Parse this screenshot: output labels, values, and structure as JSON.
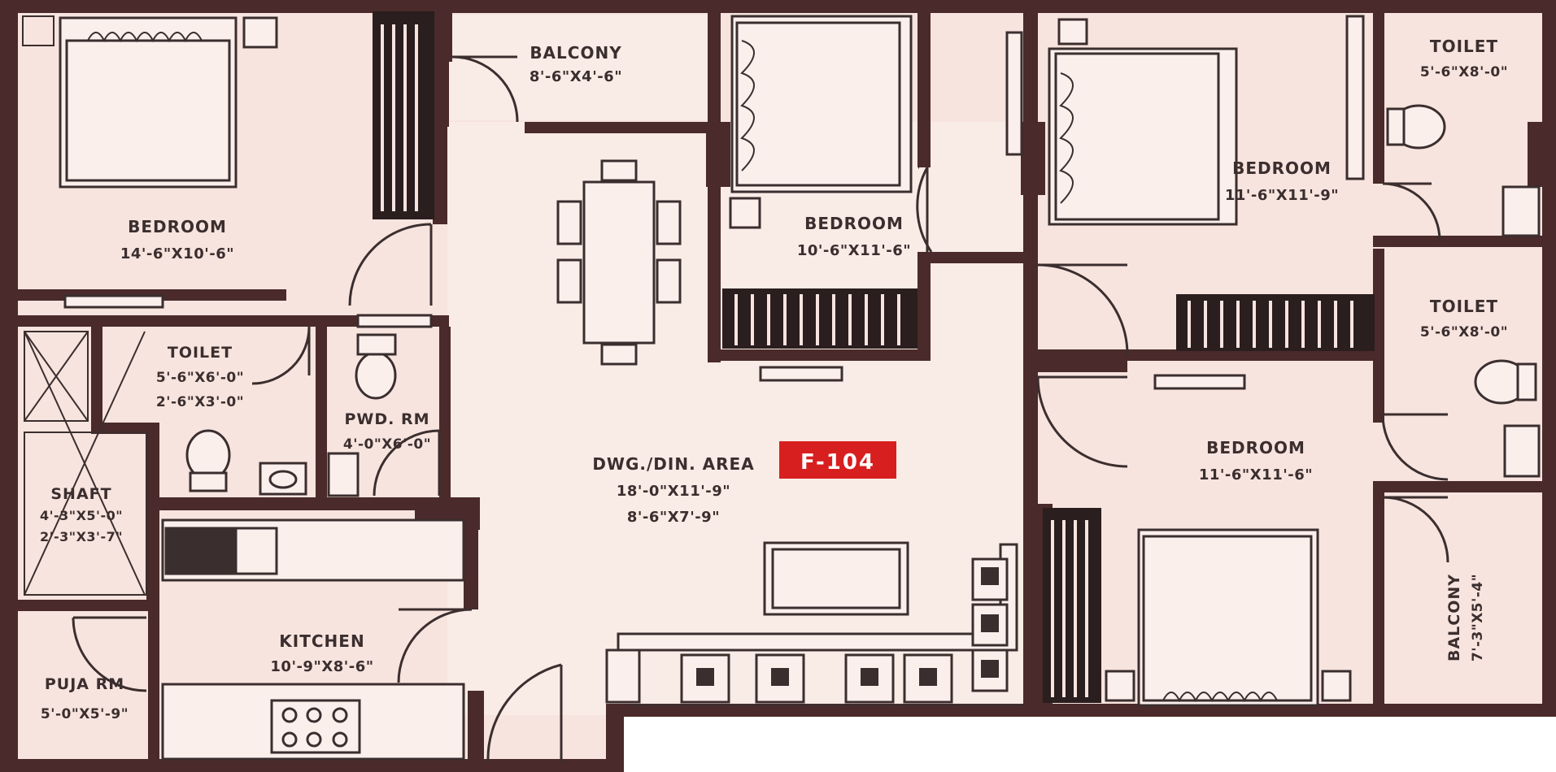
{
  "unit_tag": "F-104",
  "colors": {
    "wall": "#4a2a2a",
    "floor": "#f7e4df",
    "fixture_fill": "#fbefec",
    "line": "#3b2e2e",
    "tag": "#d81f1f",
    "blank": "#ffffff"
  },
  "rooms": {
    "bedroom_nw": {
      "name": "BEDROOM",
      "size": "14'-6\"X10'-6\""
    },
    "balcony_n": {
      "name": "BALCONY",
      "size": "8'-6\"X4'-6\""
    },
    "bedroom_n": {
      "name": "BEDROOM",
      "size": "10'-6\"X11'-6\""
    },
    "bedroom_ne": {
      "name": "BEDROOM",
      "size": "11'-6\"X11'-9\""
    },
    "toilet_ne_top": {
      "name": "TOILET",
      "size": "5'-6\"X8'-0\""
    },
    "toilet_ne_mid": {
      "name": "TOILET",
      "size": "5'-6\"X8'-0\""
    },
    "toilet_w": {
      "name": "TOILET",
      "size_1": "5'-6\"X6'-0\"",
      "size_2": "2'-6\"X3'-0\""
    },
    "pwd": {
      "name": "PWD. RM",
      "size": "4'-0\"X6'-0\""
    },
    "shaft": {
      "name": "SHAFT",
      "size_1": "4'-3\"X5'-0\"",
      "size_2": "2'-3\"X3'-7\""
    },
    "living": {
      "name": "DWG./DIN. AREA",
      "size_1": "18'-0\"X11'-9\"",
      "size_2": "8'-6\"X7'-9\""
    },
    "bedroom_se": {
      "name": "BEDROOM",
      "size": "11'-6\"X11'-6\""
    },
    "balcony_e": {
      "name": "BALCONY",
      "size": "7'-3\"X5'-4\""
    },
    "kitchen": {
      "name": "KITCHEN",
      "size": "10'-9\"X8'-6\""
    },
    "puja": {
      "name": "PUJA RM",
      "size": "5'-0\"X5'-9\""
    }
  }
}
